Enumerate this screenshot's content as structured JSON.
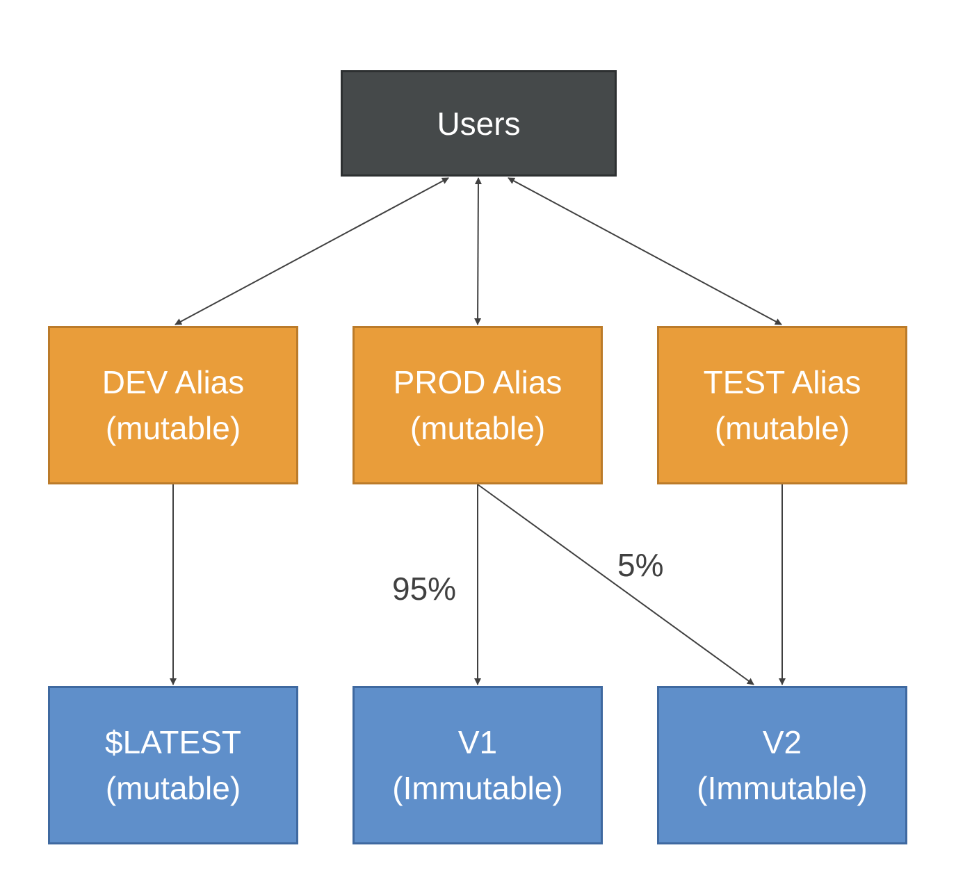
{
  "colors": {
    "users_fill": "#45494a",
    "alias_fill": "#e99d3a",
    "version_fill": "#5f8fca",
    "connector": "#404040"
  },
  "nodes": {
    "users": {
      "line1": "Users"
    },
    "dev_alias": {
      "line1": "DEV Alias",
      "line2": "(mutable)"
    },
    "prod_alias": {
      "line1": "PROD Alias",
      "line2": "(mutable)"
    },
    "test_alias": {
      "line1": "TEST Alias",
      "line2": "(mutable)"
    },
    "latest": {
      "line1": "$LATEST",
      "line2": "(mutable)"
    },
    "v1": {
      "line1": "V1",
      "line2": "(Immutable)"
    },
    "v2": {
      "line1": "V2",
      "line2": "(Immutable)"
    }
  },
  "edges": [
    {
      "from": "users",
      "to": "dev_alias",
      "direction": "both"
    },
    {
      "from": "users",
      "to": "prod_alias",
      "direction": "both"
    },
    {
      "from": "users",
      "to": "test_alias",
      "direction": "both"
    },
    {
      "from": "dev_alias",
      "to": "latest",
      "direction": "forward"
    },
    {
      "from": "prod_alias",
      "to": "v1",
      "direction": "forward",
      "label": "95%"
    },
    {
      "from": "prod_alias",
      "to": "v2",
      "direction": "forward",
      "label": "5%"
    },
    {
      "from": "test_alias",
      "to": "v2",
      "direction": "forward"
    }
  ]
}
